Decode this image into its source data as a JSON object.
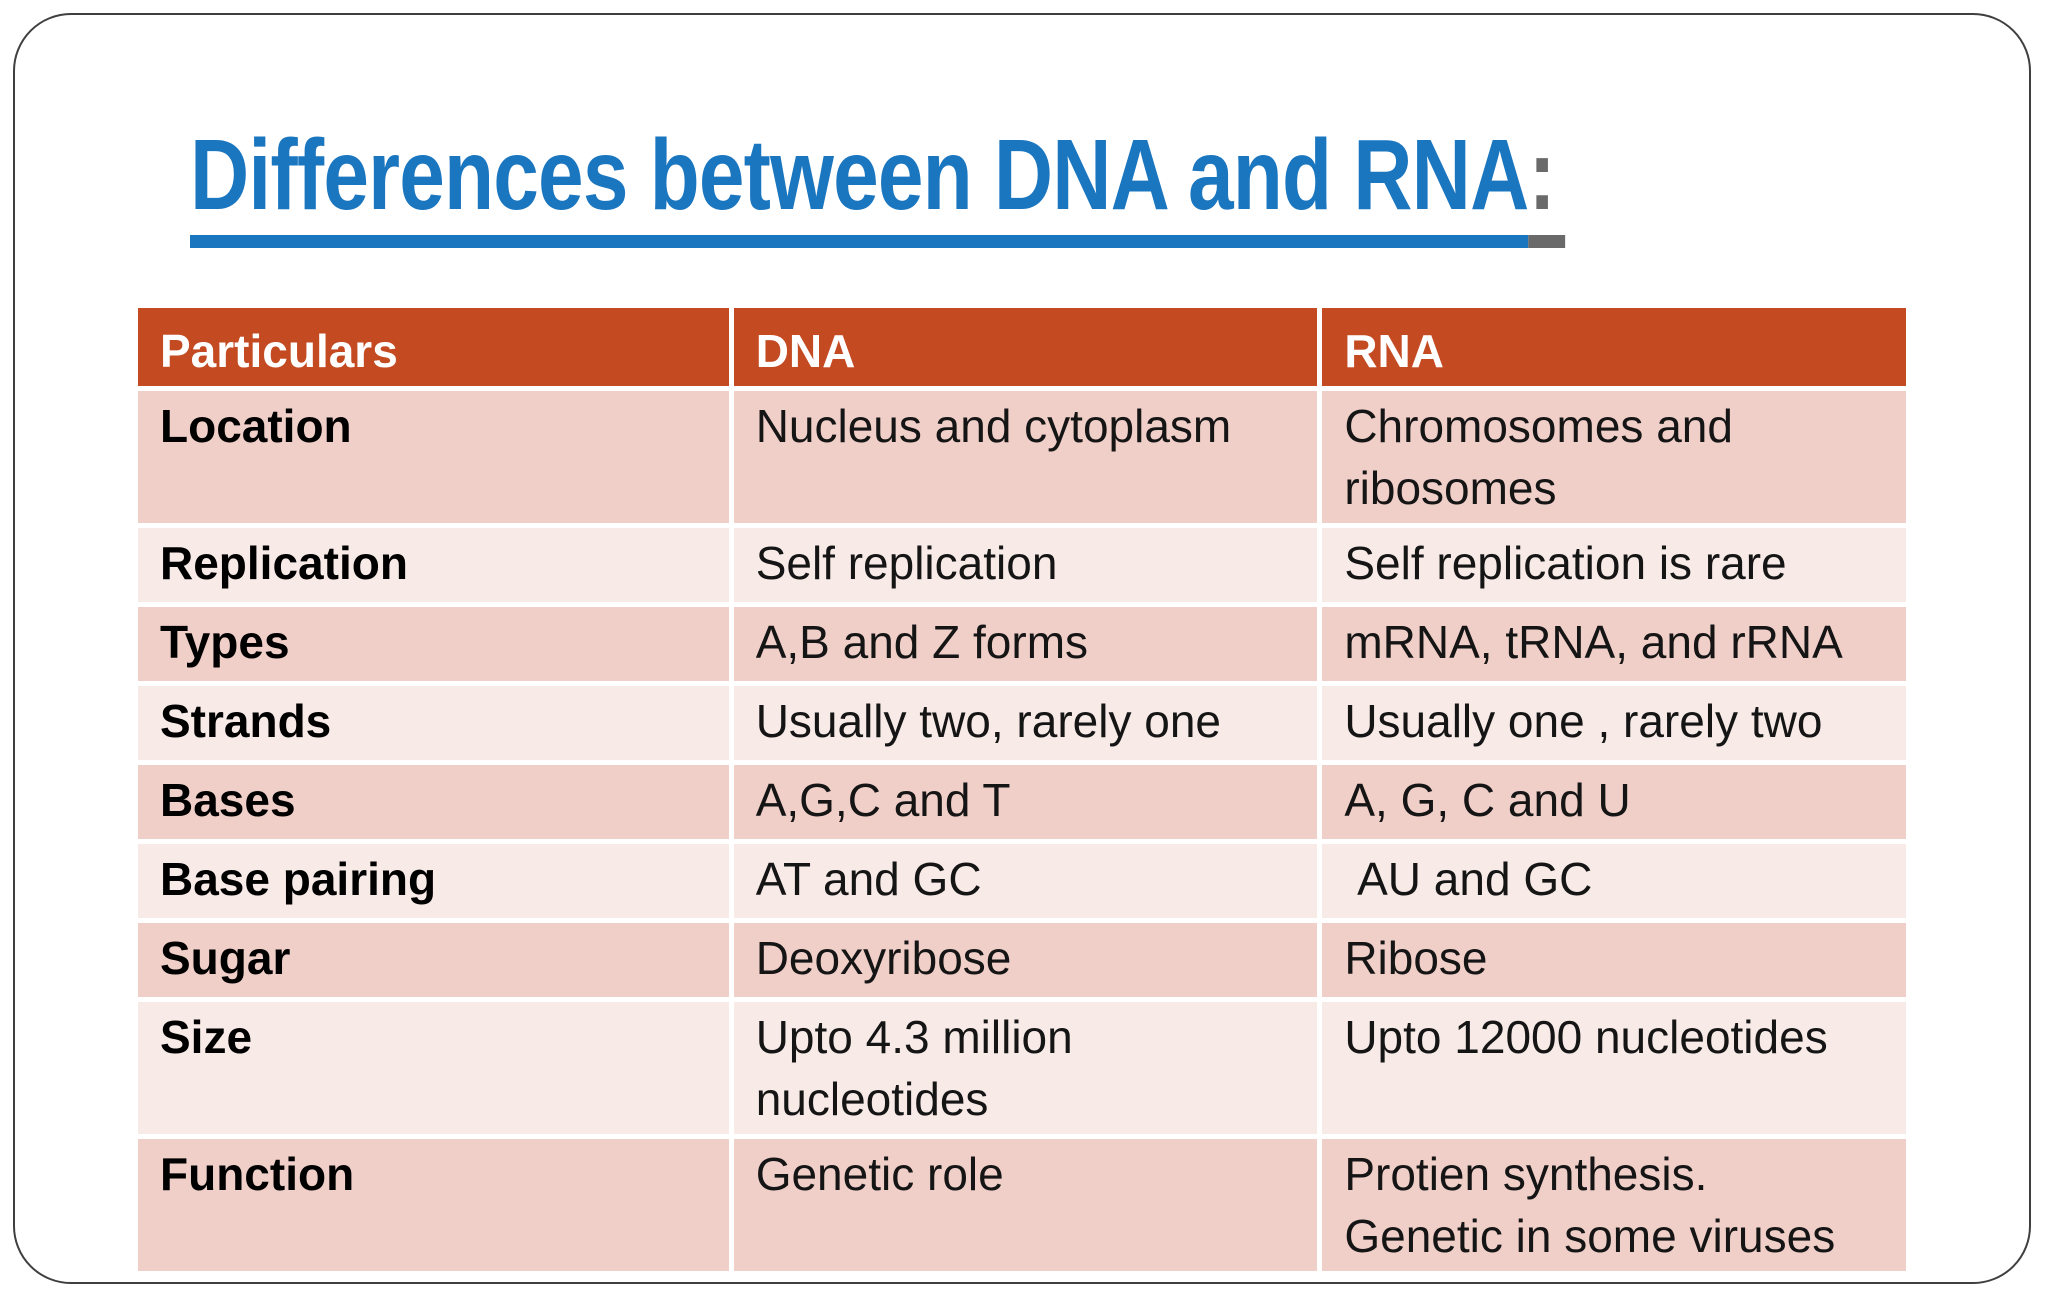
{
  "slide": {
    "title": {
      "main": "Differences between DNA and RNA",
      "colon": ":"
    },
    "table": {
      "headers": [
        "Particulars",
        "DNA",
        "RNA"
      ],
      "rows": [
        {
          "particular": "Location",
          "dna": "Nucleus and cytoplasm",
          "rna": "Chromosomes and\nribosomes"
        },
        {
          "particular": "Replication",
          "dna": "Self replication",
          "rna": "Self replication is rare"
        },
        {
          "particular": "Types",
          "dna": "A,B and Z forms",
          "rna": "mRNA, tRNA, and rRNA"
        },
        {
          "particular": "Strands",
          "dna": "Usually two, rarely one",
          "rna": "Usually one , rarely two"
        },
        {
          "particular": "Bases",
          "dna": "A,G,C and T",
          "rna": "A, G, C and U"
        },
        {
          "particular": "Base pairing",
          "dna": "AT and GC",
          "rna": " AU and GC"
        },
        {
          "particular": "Sugar",
          "dna": "Deoxyribose",
          "rna": "Ribose"
        },
        {
          "particular": "Size",
          "dna": "Upto 4.3 million\nnucleotides",
          "rna": "Upto 12000 nucleotides"
        },
        {
          "particular": "Function",
          "dna": "Genetic role",
          "rna": "Protien synthesis.\nGenetic in some viruses"
        }
      ]
    },
    "colors": {
      "title_blue": "#1B76C0",
      "colon_gray": "#6A6A6A",
      "header_bg": "#C44A22",
      "band_dark": "#F0CFC9",
      "band_light": "#F7EAE7",
      "frame_border": "#3F3F3F"
    }
  }
}
